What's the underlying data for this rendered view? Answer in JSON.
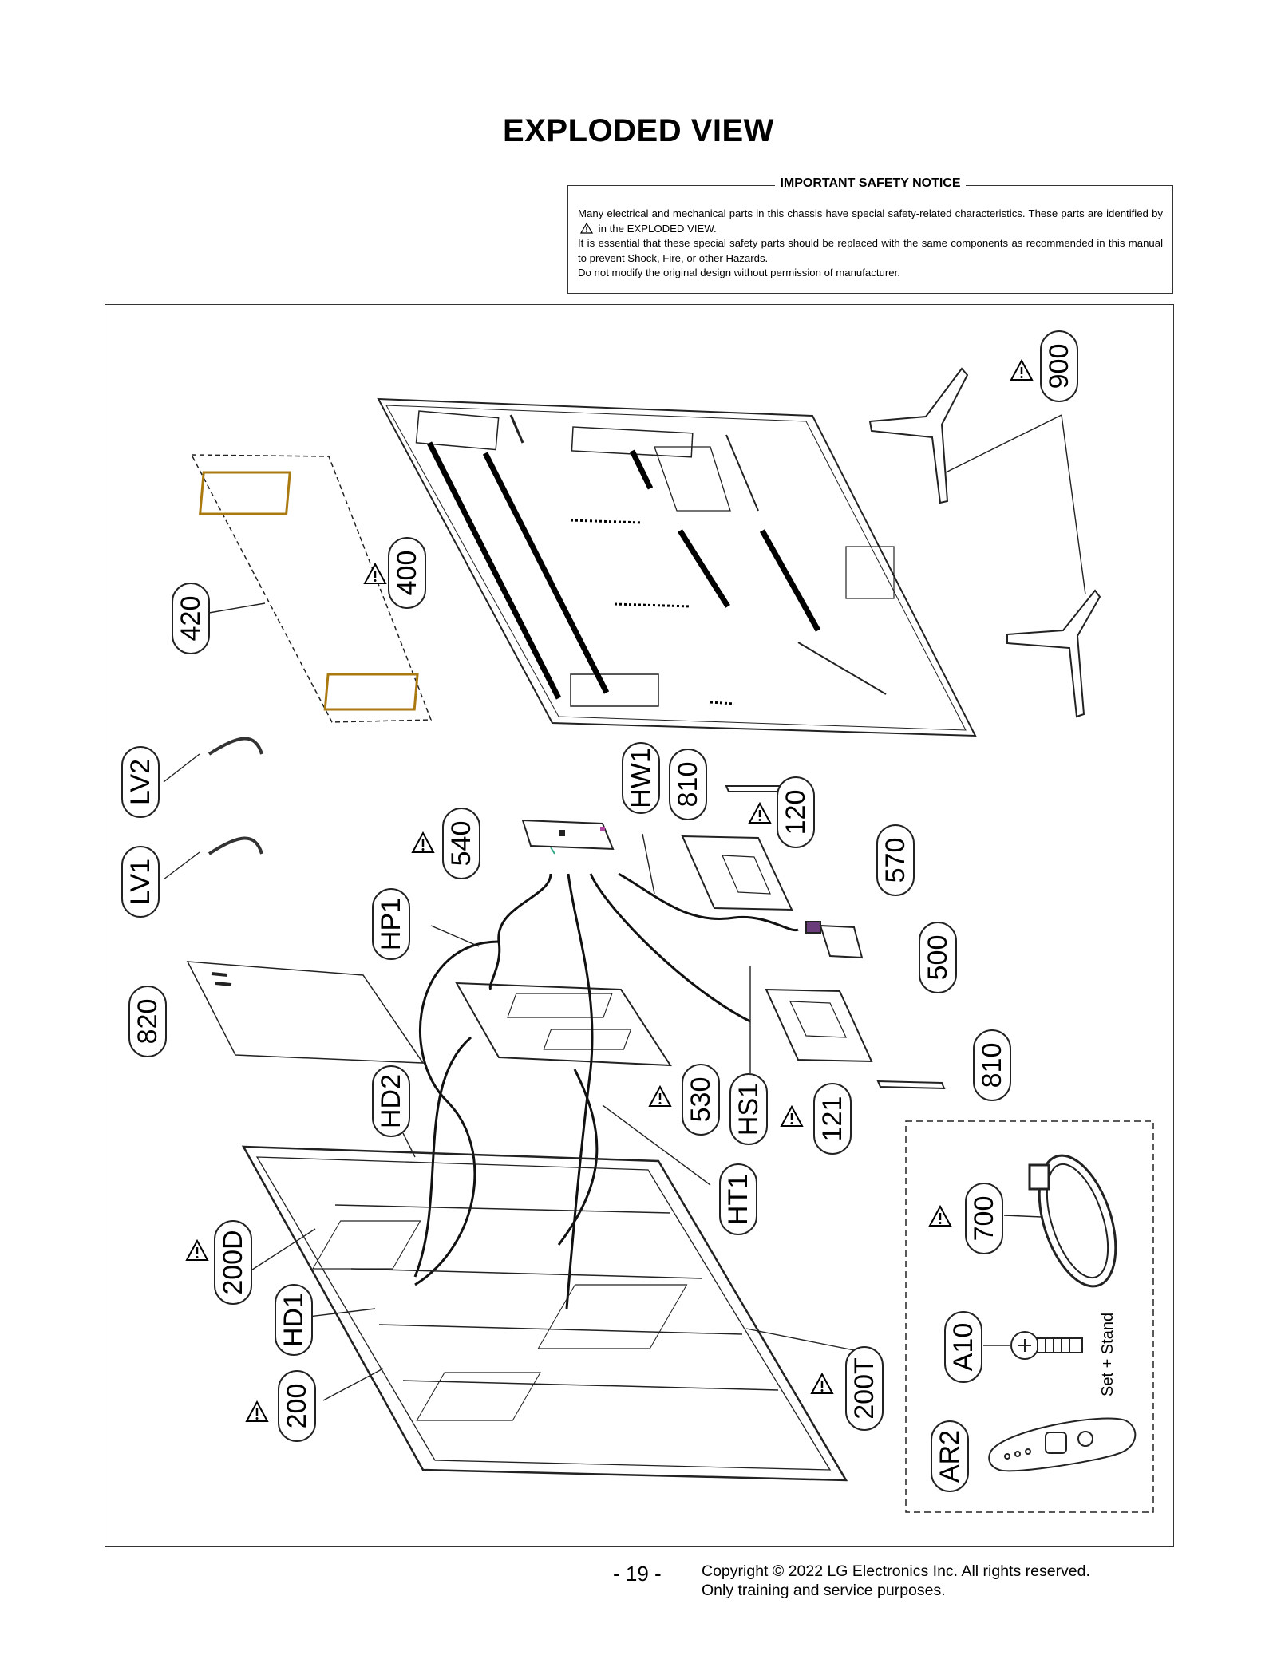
{
  "title": "EXPLODED VIEW",
  "safety_notice": {
    "heading": "IMPORTANT SAFETY NOTICE",
    "line1_a": "Many electrical and mechanical parts in this chassis have special safety-related characteristics. These parts are identified by",
    "line1_b": "in the EXPLODED VIEW.",
    "line2": "It is essential that these special safety parts should be replaced with the same components as recommended in this manual to prevent Shock, Fire, or other Hazards.",
    "line3": "Do not modify the original design without permission of manufacturer.",
    "icon": "warning-triangle-icon"
  },
  "callouts": {
    "c900": "900",
    "c400": "400",
    "c420": "420",
    "cLV2": "LV2",
    "cLV1": "LV1",
    "c540": "540",
    "cHW1": "HW1",
    "c810a": "810",
    "c120": "120",
    "c570": "570",
    "cHP1": "HP1",
    "c500": "500",
    "c820": "820",
    "cHD2": "HD2",
    "c530": "530",
    "cHS1": "HS1",
    "c121": "121",
    "c810b": "810",
    "cHT1": "HT1",
    "c200D": "200D",
    "cHD1": "HD1",
    "c200": "200",
    "c200T": "200T",
    "c700": "700",
    "cA10": "A10",
    "cAR2": "AR2"
  },
  "accessory_note": "Set + Stand",
  "footer": {
    "page_number": "- 19 -",
    "copyright_line1": "Copyright © 2022 LG Electronics Inc. All rights reserved.",
    "copyright_line2": "Only training and service purposes."
  }
}
